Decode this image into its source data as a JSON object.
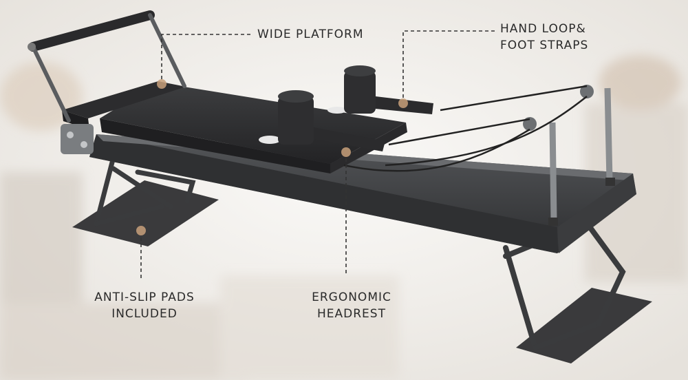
{
  "callouts": {
    "wide_platform": "WIDE PLATFORM",
    "hand_loop_line1": "HAND LOOP&",
    "hand_loop_line2": "FOOT STRAPS",
    "anti_slip_line1": "ANTI-SLIP PADS",
    "anti_slip_line2": "INCLUDED",
    "headrest_line1": "ERGONOMIC",
    "headrest_line2": "HEADREST"
  },
  "colors": {
    "background": "#f3f1ee",
    "frame": "#3a3b3d",
    "pad": "#2c2c2e",
    "accent_dot": "#c8a07a",
    "text": "#2a2a2a"
  }
}
